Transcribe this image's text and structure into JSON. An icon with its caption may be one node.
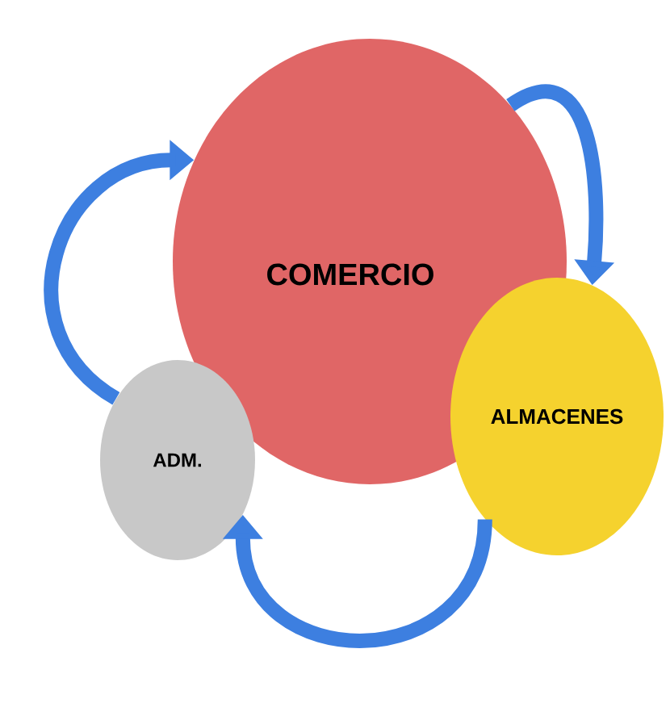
{
  "diagram": {
    "nodes": [
      {
        "text": [
          "COMERCIO"
        ]
      },
      {
        "text": [
          "ALMACENES"
        ]
      },
      {
        "text": [
          "ADM."
        ]
      }
    ],
    "edges": [
      {
        "from": 2,
        "to": 0,
        "arrow": "to"
      },
      {
        "from": 0,
        "to": 1,
        "arrow": "to"
      },
      {
        "from": 1,
        "to": 2,
        "arrow": "to"
      }
    ]
  }
}
